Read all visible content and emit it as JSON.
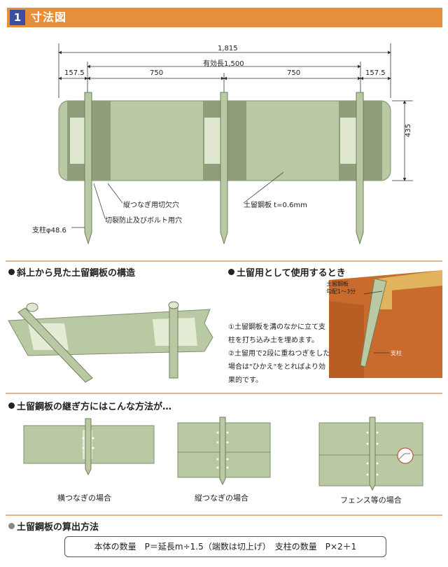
{
  "header": {
    "number": "1",
    "title": "寸法図"
  },
  "dimensions": {
    "total": "1,815",
    "effective": "有効長1,500",
    "side_left": "157.5",
    "span_left": "750",
    "span_right": "750",
    "side_right": "157.5",
    "height": "435"
  },
  "labels": {
    "joint_notch": "縦つなぎ用切欠穴",
    "plate": "土留鋼板 t=0.6mm",
    "bolt_hole": "切裂防止及びボルト用穴",
    "post": "支柱φ48.6"
  },
  "sections": {
    "oblique": "斜上から見た土留鋼板の構造",
    "usage": "土留用として使用するとき",
    "joining": "土留鋼板の継ぎ方にはこんな方法が…",
    "calc": "土留鋼板の算出方法"
  },
  "usage": {
    "plate_label": "土留鋼板",
    "slope_label": "勾配1〜3分",
    "post_label": "支柱",
    "step1": "①土留鋼板を溝のなかに立て支柱を打ち込み土を埋めます。",
    "step2": "②土留用で2段に重ねつぎをした場合は\"ひかえ\"をとればより効果的です。"
  },
  "joins": {
    "horizontal": "横つなぎの場合",
    "vertical": "縦つなぎの場合",
    "fence": "フェンス等の場合"
  },
  "formula": "本体の数量　P＝延長m÷1.5（端数は切上げ）　支柱の数量　P×2＋1",
  "colors": {
    "header": "#e58f3a",
    "number_box": "#3b4fa0",
    "plate": "#b9c9a3",
    "plate_dark": "#8f9f7c",
    "soil": "#c96b2c",
    "separator": "#e4b88a"
  }
}
